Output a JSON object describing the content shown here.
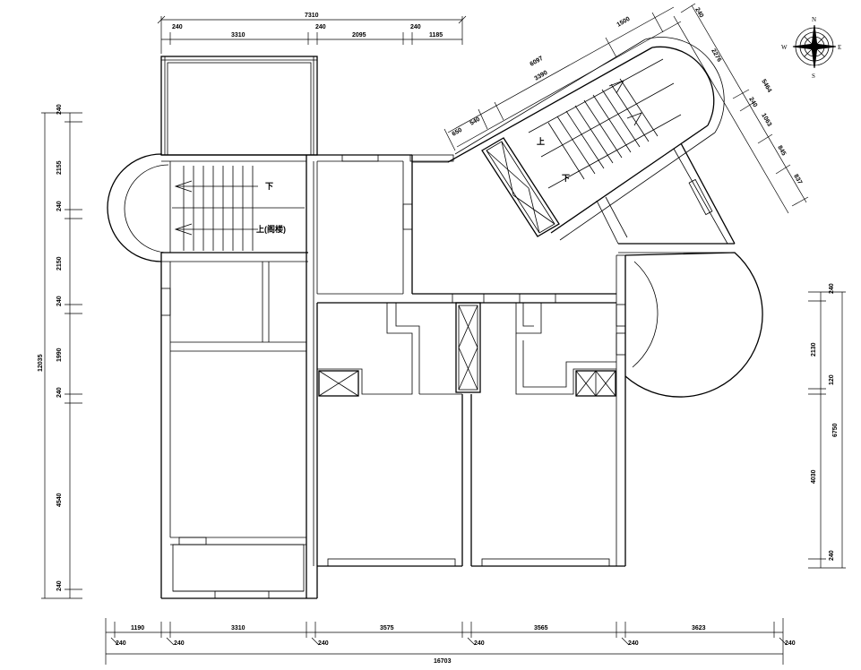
{
  "colors": {
    "ink": "#000000",
    "paper": "#ffffff"
  },
  "icons": {
    "compass": "compass-rose-icon"
  },
  "compass": {
    "n": "N",
    "s": "S",
    "e": "E",
    "w": "W"
  },
  "labels": {
    "stair1_down": "下",
    "stair1_up": "上(阁楼)",
    "stair2_up": "上",
    "stair2_down": "下"
  },
  "dims": {
    "top_total": "7310",
    "top": [
      "240",
      "3310",
      "240",
      "2095",
      "240",
      "1185"
    ],
    "left_total": "12035",
    "left": [
      "240",
      "2155",
      "240",
      "2150",
      "240",
      "1990",
      "240",
      "4540",
      "240"
    ],
    "bottom_total": "16703",
    "bottom_spans": [
      "1190",
      "3310",
      "3575",
      "3565",
      "3623"
    ],
    "bottom_walls": [
      "240",
      "240",
      "240",
      "240",
      "240",
      "240"
    ],
    "right_total": "6750",
    "right": [
      "240",
      "2130",
      "120",
      "4030",
      "240"
    ],
    "diag_a": [
      "650",
      "540",
      "3390",
      "1500",
      "6097"
    ],
    "diag_b": [
      "240",
      "2276",
      "5464",
      "240",
      "1063",
      "845",
      "837"
    ]
  }
}
